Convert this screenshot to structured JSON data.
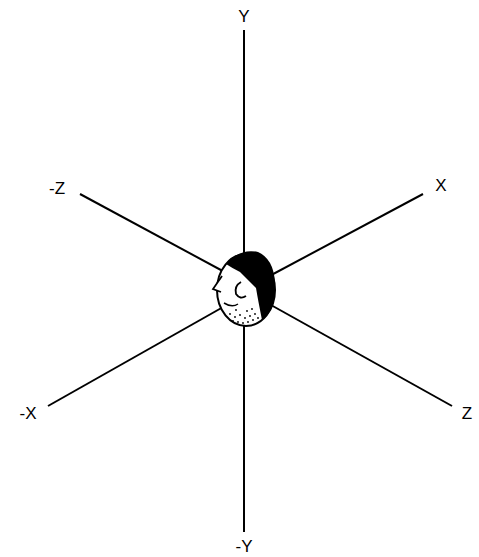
{
  "diagram": {
    "labels": [
      "Y",
      "-Z",
      "X",
      "-X",
      "Z",
      "-Y"
    ]
  }
}
